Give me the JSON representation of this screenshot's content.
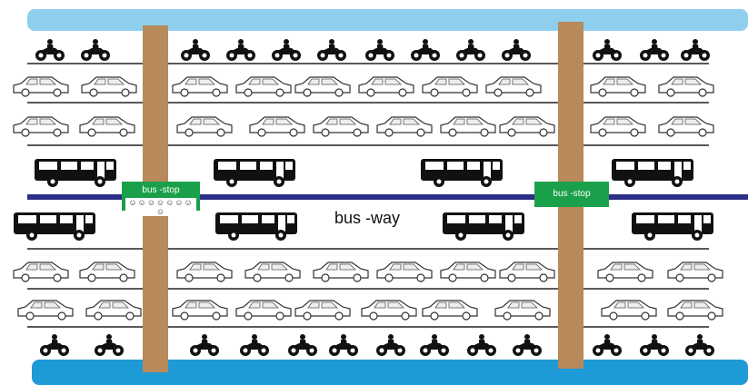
{
  "colors": {
    "sky": "#8ecfee",
    "water": "#1e9ad6",
    "pillar": "#b8895a",
    "busway_line": "#2c2f86",
    "stop_box": "#1aa04a",
    "lane_line": "#222222"
  },
  "labels": {
    "busway": "bus -way",
    "stop_left": "bus -stop",
    "stop_right": "bus -stop"
  },
  "icons": {
    "motorcycle": "motorcycle-icon",
    "car": "car-icon",
    "bus": "bus-icon",
    "people": "people-icon"
  }
}
